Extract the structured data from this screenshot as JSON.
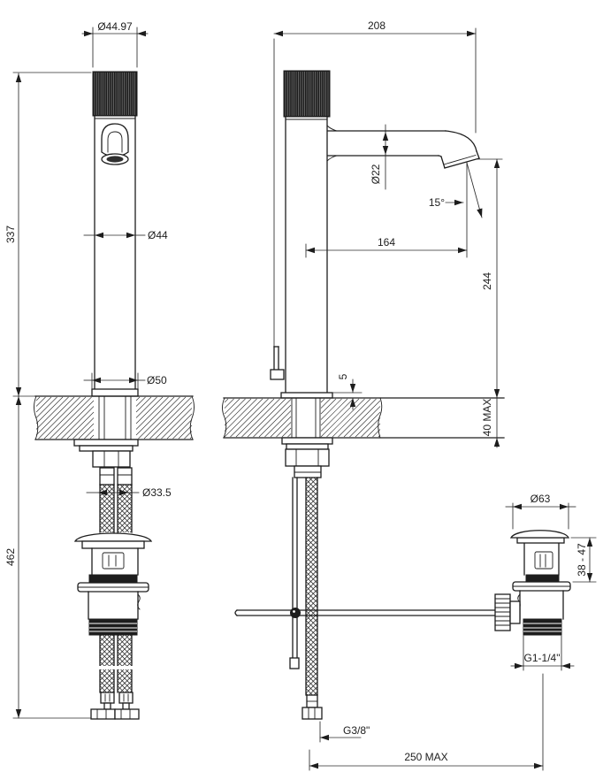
{
  "drawing": {
    "background": "#ffffff",
    "ink": "#1d1d1d",
    "dimensions": {
      "handle_diameter": "Ø44.97",
      "total_projection": "208",
      "height_above_deck": "337",
      "body_diameter": "Ø44",
      "spout_diameter": "Ø22",
      "outlet_angle": "15°",
      "spout_projection_axis": "164",
      "outlet_height": "244",
      "base_diameter": "Ø50",
      "base_plate_height": "5",
      "deck_thickness_max": "40 MAX",
      "hole_diameter": "Ø33.5",
      "height_below_deck": "462",
      "waste_cap_diameter": "Ø63",
      "waste_height_range": "38 - 47",
      "waste_thread": "G1-1/4\"",
      "supply_hose_thread": "G3/8\"",
      "rod_projection_max": "250 MAX"
    }
  }
}
